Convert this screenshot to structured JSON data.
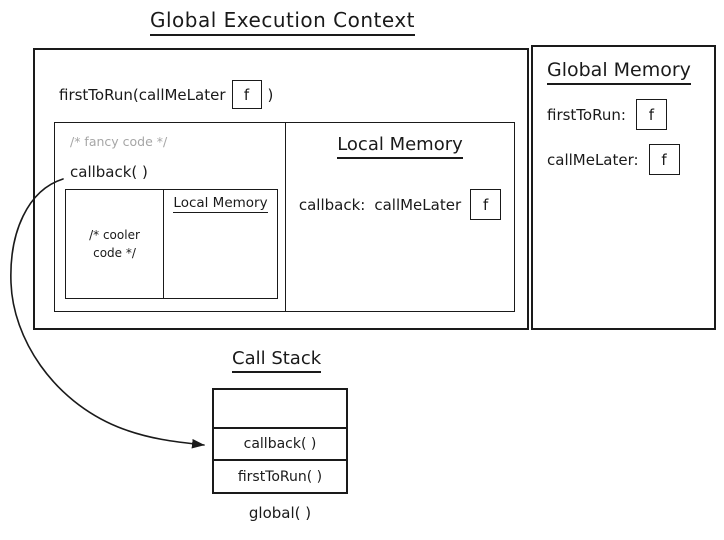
{
  "diagram": {
    "title": "Global Execution Context",
    "global_context": {
      "call_line": {
        "prefix": "firstToRun(callMeLater",
        "fn_badge": "f",
        "suffix": ")"
      },
      "fancy_code_box": {
        "comment": "/* fancy code */",
        "callback_label": "callback( )",
        "inner_box": {
          "comment_line1": "/* cooler",
          "comment_line2": "code */",
          "local_memory_title": "Local Memory"
        }
      },
      "local_memory": {
        "title": "Local Memory",
        "entry_label": "callback:",
        "entry_value": "callMeLater",
        "fn_badge": "f"
      }
    },
    "global_memory": {
      "title": "Global Memory",
      "entries": [
        {
          "label": "firstToRun:",
          "badge": "f"
        },
        {
          "label": "callMeLater:",
          "badge": "f"
        }
      ]
    },
    "call_stack": {
      "title": "Call Stack",
      "frames": [
        "",
        "callback( )",
        "firstToRun( )"
      ],
      "base_label": "global( )"
    },
    "colors": {
      "ink": "#1a1a1a",
      "comment_gray": "#a6a6a6",
      "background": "#ffffff"
    }
  }
}
